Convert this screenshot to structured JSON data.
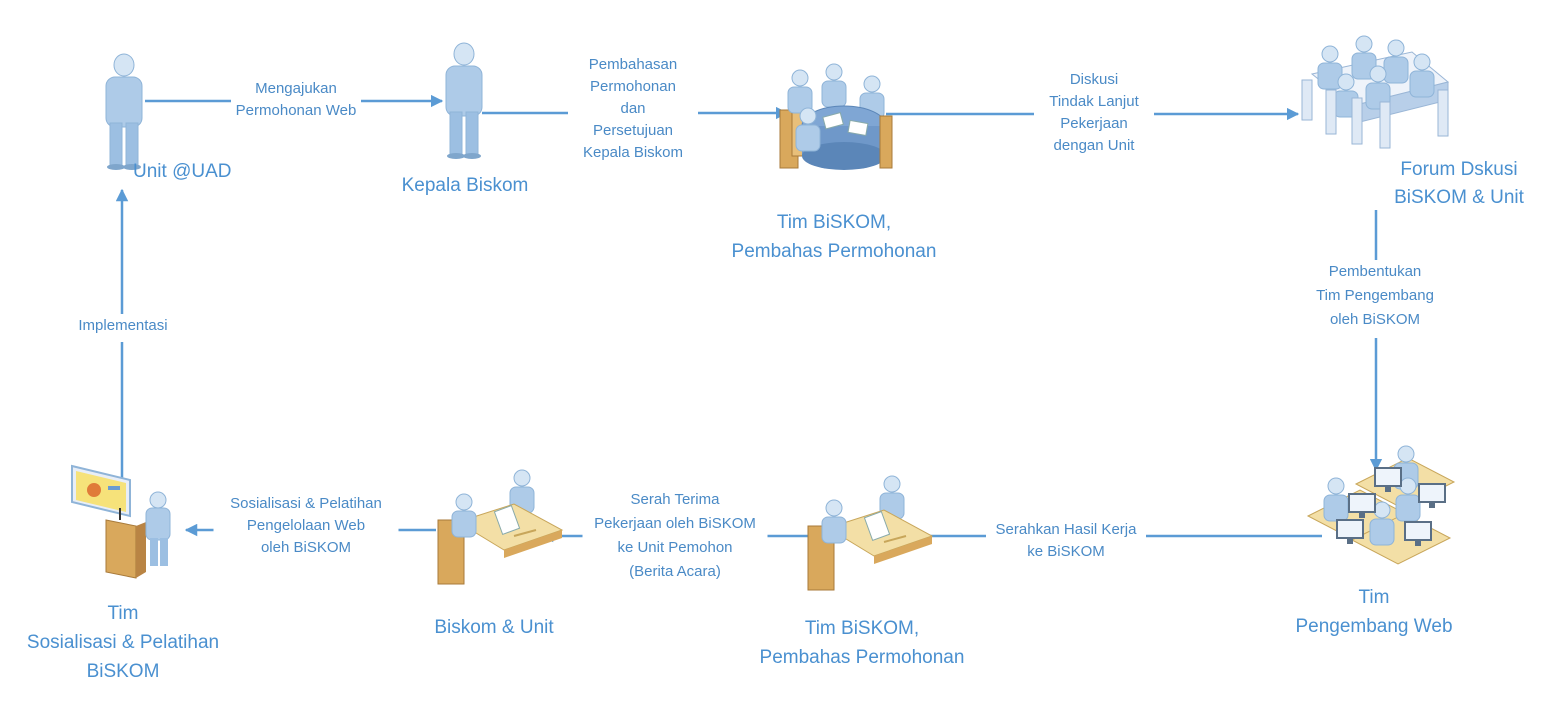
{
  "colors": {
    "line": "#5b9bd5",
    "label": "#4a90d0",
    "person": "#aecbe8",
    "wood": "#d9a85c"
  },
  "nodes": [
    {
      "id": "unit",
      "icon": "person-icon",
      "lines": [
        "Unit @UAD"
      ]
    },
    {
      "id": "kepala",
      "icon": "person-icon",
      "lines": [
        "Kepala Biskom"
      ]
    },
    {
      "id": "tim1",
      "icon": "meeting-table-icon",
      "lines": [
        "Tim BiSKOM,",
        "Pembahas Permohonan"
      ]
    },
    {
      "id": "forum",
      "icon": "conference-room-icon",
      "lines": [
        "Forum Dskusi",
        "BiSKOM & Unit"
      ]
    },
    {
      "id": "pengembang",
      "icon": "workstations-icon",
      "lines": [
        "Tim",
        "Pengembang Web"
      ]
    },
    {
      "id": "tim2",
      "icon": "meeting-desk-icon",
      "lines": [
        "Tim BiSKOM,",
        "Pembahas Permohonan"
      ]
    },
    {
      "id": "biskomunit",
      "icon": "meeting-desk-icon",
      "lines": [
        "Biskom & Unit"
      ]
    },
    {
      "id": "sosialisasi",
      "icon": "presenter-icon",
      "lines": [
        "Tim",
        "Sosialisasi & Pelatihan",
        "BiSKOM"
      ]
    }
  ],
  "edges": [
    {
      "id": "e1",
      "from": "unit",
      "to": "kepala",
      "lines": [
        "Mengajukan",
        "Permohonan Web"
      ]
    },
    {
      "id": "e2",
      "from": "kepala",
      "to": "tim1",
      "lines": [
        "Pembahasan",
        "Permohonan",
        "dan",
        "Persetujuan",
        "Kepala Biskom"
      ]
    },
    {
      "id": "e3",
      "from": "tim1",
      "to": "forum",
      "lines": [
        "Diskusi",
        "Tindak Lanjut",
        "Pekerjaan",
        "dengan Unit"
      ]
    },
    {
      "id": "e4",
      "from": "forum",
      "to": "pengembang",
      "lines": [
        "Pembentukan",
        "Tim Pengembang",
        "oleh BiSKOM"
      ]
    },
    {
      "id": "e5",
      "from": "pengembang",
      "to": "tim2",
      "lines": [
        "Serahkan Hasil Kerja",
        "ke BiSKOM"
      ]
    },
    {
      "id": "e6",
      "from": "tim2",
      "to": "biskomunit",
      "lines": [
        "Serah Terima",
        "Pekerjaan oleh BiSKOM",
        "ke Unit Pemohon",
        "(Berita Acara)"
      ]
    },
    {
      "id": "e7",
      "from": "biskomunit",
      "to": "sosialisasi",
      "lines": [
        "Sosialisasi & Pelatihan",
        "Pengelolaan Web",
        "oleh BiSKOM"
      ]
    },
    {
      "id": "e8",
      "from": "sosialisasi",
      "to": "unit",
      "lines": [
        "Implementasi"
      ]
    }
  ]
}
